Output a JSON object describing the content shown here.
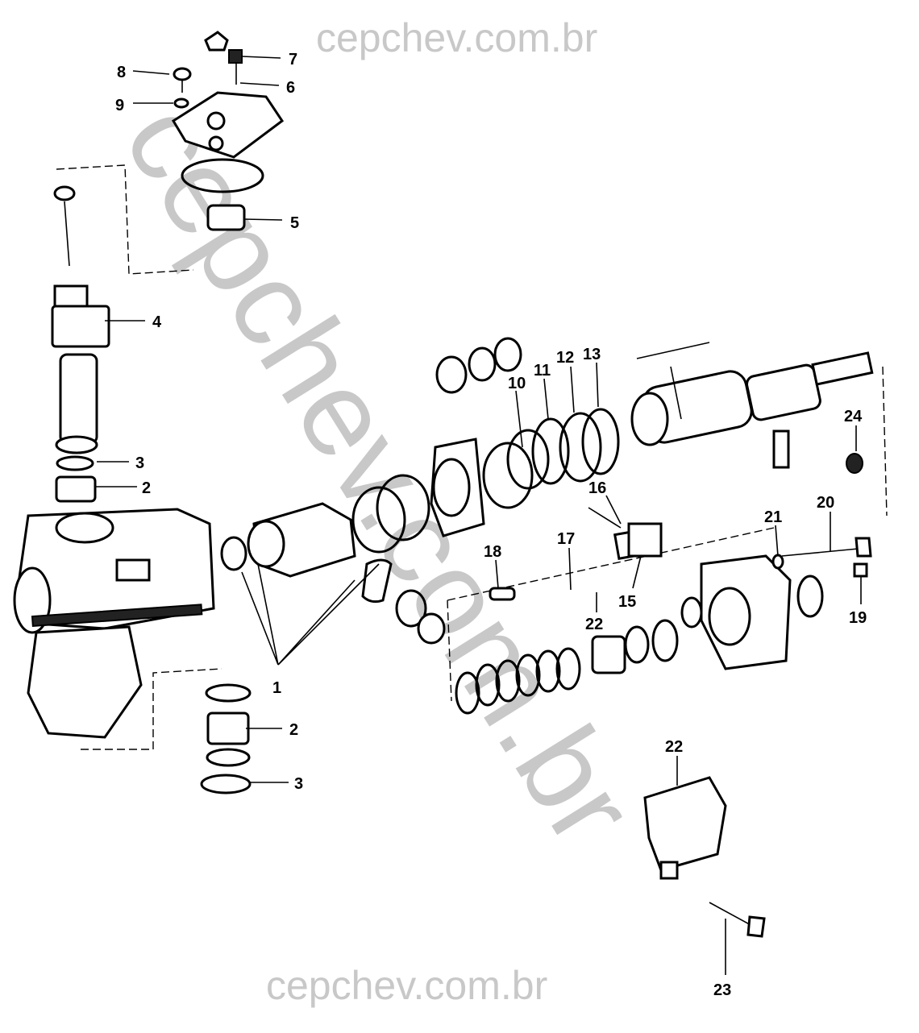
{
  "watermark": {
    "text": "cepchev.com.br",
    "diagonal_text": "cepchev.com.br",
    "color": "#c8c8c8"
  },
  "callouts": [
    "8",
    "7",
    "6",
    "9",
    "5",
    "4",
    "3",
    "2",
    "1",
    "2",
    "3",
    "10",
    "11",
    "12",
    "13",
    "16",
    "24",
    "20",
    "21",
    "18",
    "17",
    "15",
    "22",
    "19",
    "22",
    "23"
  ]
}
